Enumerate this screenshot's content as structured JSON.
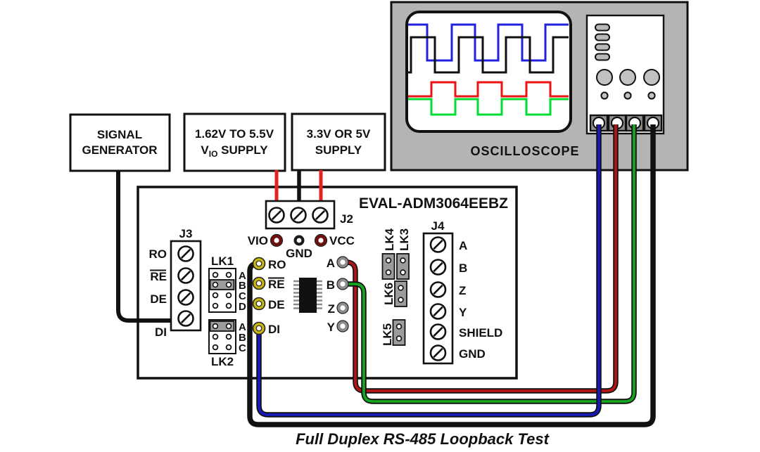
{
  "caption": "Full Duplex RS-485 Loopback Test",
  "signal_generator": {
    "line1": "SIGNAL",
    "line2": "GENERATOR"
  },
  "vio_supply": {
    "line1": "1.62V TO 5.5V",
    "line2_v": "V",
    "line2_sub": "IO",
    "line2_rest": " SUPPLY"
  },
  "dc_supply": {
    "line1": "3.3V OR 5V",
    "line2": "SUPPLY"
  },
  "oscilloscope": {
    "label": "OSCILLOSCOPE"
  },
  "board": {
    "title": "EVAL-ADM3064EEBZ",
    "j2_label": "J2",
    "j3_label": "J3",
    "j4_label": "J4",
    "j3_pins": [
      "RO",
      "RE",
      "DE",
      "DI"
    ],
    "j4_pins": [
      "A",
      "B",
      "Z",
      "Y",
      "SHIELD",
      "GND"
    ],
    "power_tp": {
      "vio": "VIO",
      "gnd": "GND",
      "vcc": "VCC"
    },
    "tp_left": [
      "RO",
      "RE",
      "DE",
      "DI"
    ],
    "tp_right": [
      "A",
      "B",
      "Z",
      "Y"
    ],
    "lk1_label": "LK1",
    "lk1_rows": [
      "A",
      "B",
      "C",
      "D"
    ],
    "lk2_label": "LK2",
    "lk2_rows": [
      "A",
      "B",
      "C"
    ],
    "lk3_label": "LK3",
    "lk4_label": "LK4",
    "lk5_label": "LK5",
    "lk6_label": "LK6"
  },
  "colors": {
    "scope_body": "#b4b4b4",
    "trace_blue": "#2020dd",
    "trace_black": "#111111",
    "trace_red": "#ee1111",
    "trace_green": "#00dd33",
    "wire_supply_red": "#e32222",
    "wire_black": "#111111",
    "wire_loop_red": "#b51414",
    "wire_loop_green": "#16a51e",
    "wire_loop_blue": "#1818bb"
  }
}
